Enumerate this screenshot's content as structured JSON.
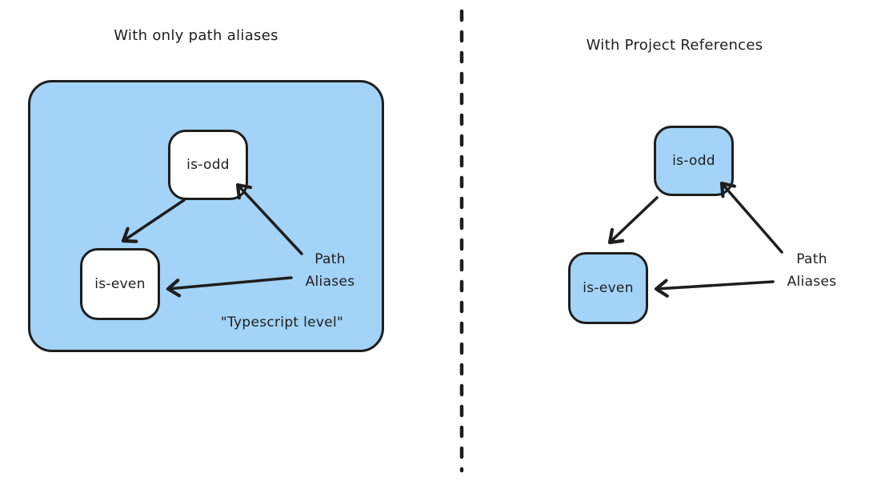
{
  "left": {
    "title": "With only path aliases",
    "container_caption": "\"Typescript level\"",
    "nodes": {
      "is_odd": "is-odd",
      "is_even": "is-even"
    },
    "annotation": "Path\nAliases"
  },
  "right": {
    "title": "With Project References",
    "nodes": {
      "is_odd": "is-odd",
      "is_even": "is-even"
    },
    "annotation": "Path\nAliases"
  },
  "colors": {
    "background": "#ffffff",
    "container_fill": "#a3d3f7",
    "left_node_fill": "#ffffff",
    "right_node_fill": "#a3d3f7",
    "stroke": "#1e1e1e"
  }
}
